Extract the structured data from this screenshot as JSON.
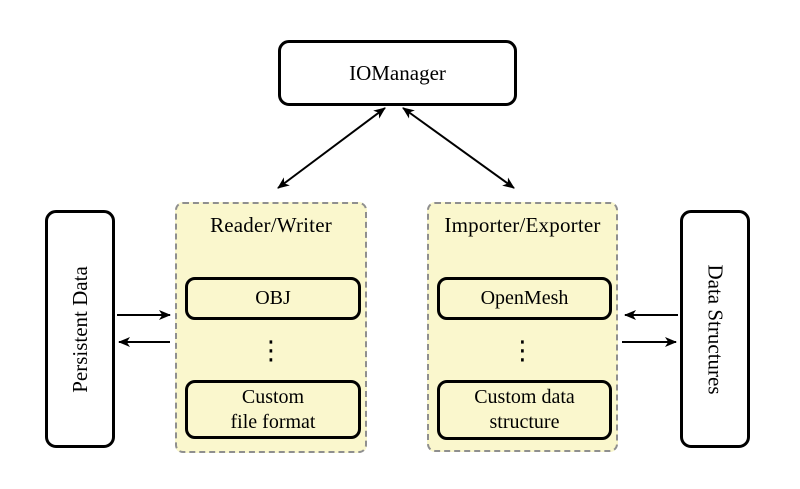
{
  "colors": {
    "panel_fill": "#FAF7CD",
    "panel_border": "#8F8F8F",
    "node_border": "#000000",
    "background": "#FFFFFF",
    "arrow": "#000000"
  },
  "nodes": {
    "iomanager": "IOManager",
    "persistent_data": "Persistent Data",
    "data_structures": "Data Structures"
  },
  "reader_writer_panel": {
    "title": "Reader/Writer",
    "item_top": "OBJ",
    "ellipsis": "⋮",
    "item_bottom": "Custom\nfile format"
  },
  "importer_exporter_panel": {
    "title": "Importer/Exporter",
    "item_top": "OpenMesh",
    "ellipsis": "⋮",
    "item_bottom": "Custom data\nstructure"
  },
  "connections": [
    {
      "from": "IOManager",
      "to": "Reader/Writer",
      "bidirectional": true
    },
    {
      "from": "IOManager",
      "to": "Importer/Exporter",
      "bidirectional": true
    },
    {
      "from": "Persistent Data",
      "to": "Reader/Writer",
      "bidirectional": false
    },
    {
      "from": "Reader/Writer",
      "to": "Persistent Data",
      "bidirectional": false
    },
    {
      "from": "Importer/Exporter",
      "to": "Data Structures",
      "bidirectional": false
    },
    {
      "from": "Data Structures",
      "to": "Importer/Exporter",
      "bidirectional": false
    }
  ]
}
